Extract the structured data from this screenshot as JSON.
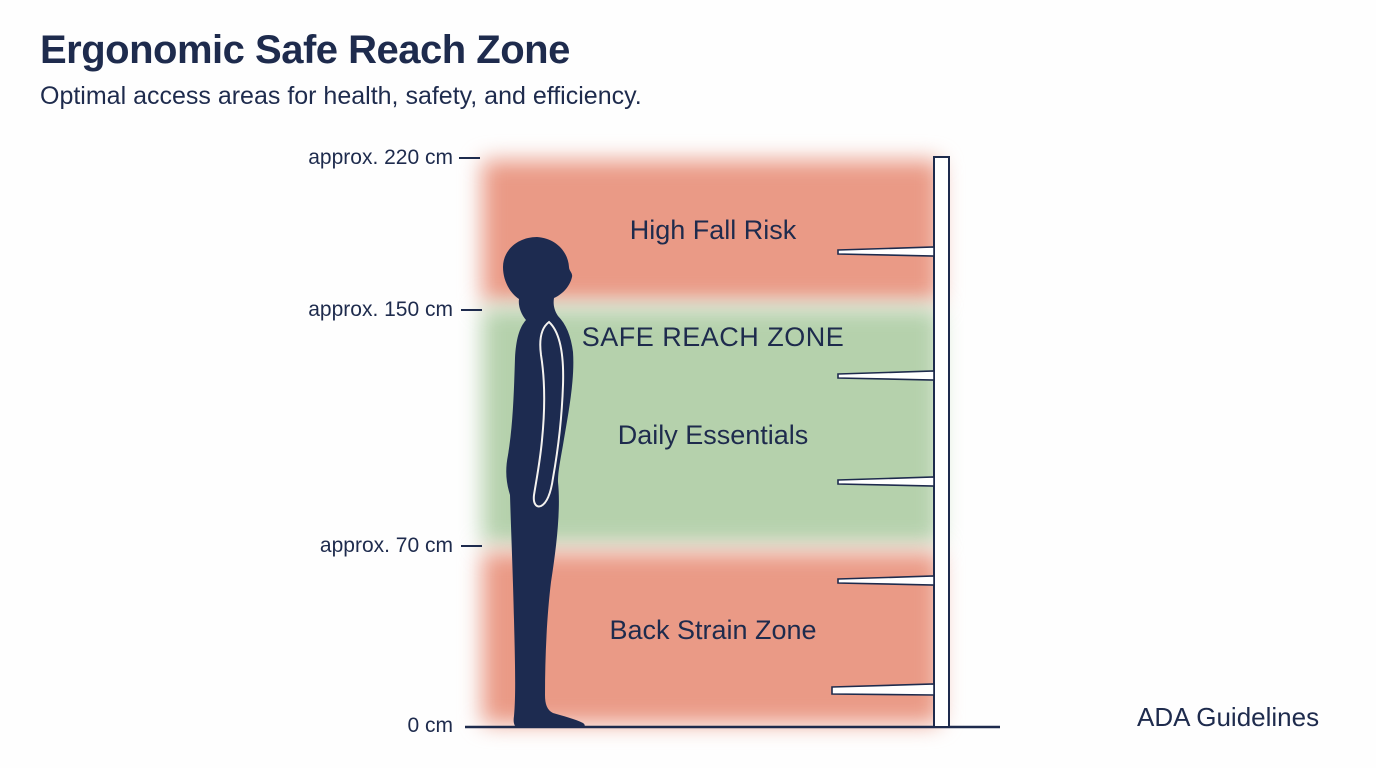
{
  "header": {
    "title": "Ergonomic Safe Reach Zone",
    "subtitle": "Optimal access areas for health, safety, and efficiency."
  },
  "measurements": {
    "top": "approx. 220 cm",
    "upper": "approx. 150 cm",
    "lower": "approx. 70 cm",
    "floor": "0 cm"
  },
  "zones": {
    "high_fall_risk": {
      "label": "High Fall Risk",
      "color": "#ea9a86",
      "range": "approx. 150 cm to approx. 220 cm"
    },
    "safe_reach": {
      "title": "SAFE REACH ZONE",
      "label": "Daily Essentials",
      "color": "#b5d1ac",
      "range": "approx. 70 cm to approx. 150 cm"
    },
    "back_strain": {
      "label": "Back Strain Zone",
      "color": "#ea9a86",
      "range": "0 cm to approx. 70 cm"
    }
  },
  "footer": {
    "note": "ADA Guidelines"
  },
  "colors": {
    "navy": "#1e2b4d",
    "risk_zone": "#ea9a86",
    "safe_zone": "#b5d1ac",
    "background": "#fefefe"
  }
}
